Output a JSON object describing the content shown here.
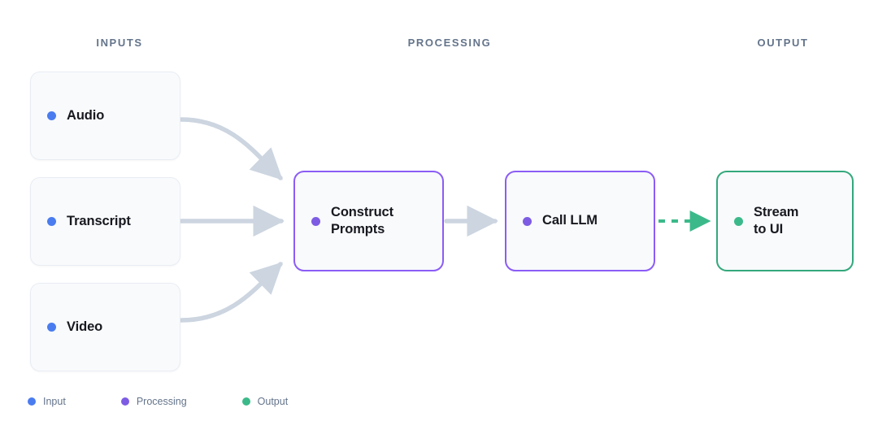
{
  "columns": [
    {
      "id": "inputs",
      "label": "INPUTS"
    },
    {
      "id": "processing",
      "label": "PROCESSING"
    },
    {
      "id": "output",
      "label": "OUTPUT"
    }
  ],
  "nodes": {
    "audio": {
      "label": "Audio",
      "kind": "input",
      "dot": "blue-dot"
    },
    "transcript": {
      "label": "Transcript",
      "kind": "input",
      "dot": "blue-dot"
    },
    "video": {
      "label": "Video",
      "kind": "input",
      "dot": "blue-dot"
    },
    "construct": {
      "label": "Construct\nPrompts",
      "kind": "processing",
      "dot": "purple-dot"
    },
    "callllm": {
      "label": "Call LLM",
      "kind": "processing",
      "dot": "purple-dot"
    },
    "stream": {
      "label": "Stream\nto UI",
      "kind": "output",
      "dot": "green-dot"
    }
  },
  "edges": [
    {
      "id": "audio-to-construct",
      "from": "audio",
      "to": "construct",
      "style": "curved-solid",
      "color": "#ccd5e0"
    },
    {
      "id": "transcript-to-construct",
      "from": "transcript",
      "to": "construct",
      "style": "straight-solid",
      "color": "#ccd5e0"
    },
    {
      "id": "video-to-construct",
      "from": "video",
      "to": "construct",
      "style": "curved-solid",
      "color": "#ccd5e0"
    },
    {
      "id": "construct-to-callllm",
      "from": "construct",
      "to": "callllm",
      "style": "straight-solid",
      "color": "#ccd5e0"
    },
    {
      "id": "callllm-to-stream",
      "from": "callllm",
      "to": "stream",
      "style": "straight-dashed",
      "color": "#3cb98a"
    }
  ],
  "legend": [
    {
      "id": "input",
      "label": "Input",
      "color": "#4a7cf0"
    },
    {
      "id": "processing",
      "label": "Processing",
      "color": "#7d5ce3"
    },
    {
      "id": "output",
      "label": "Output",
      "color": "#3cb98a"
    }
  ],
  "colors": {
    "background": "#ffffff",
    "input_accent": "#4a7cf0",
    "processing_accent": "#8b5cf6",
    "output_accent": "#34a87c",
    "node_fill": "#f8fafc",
    "connector": "#ccd5e0",
    "header_text": "#64748b",
    "node_text": "#18181f"
  }
}
